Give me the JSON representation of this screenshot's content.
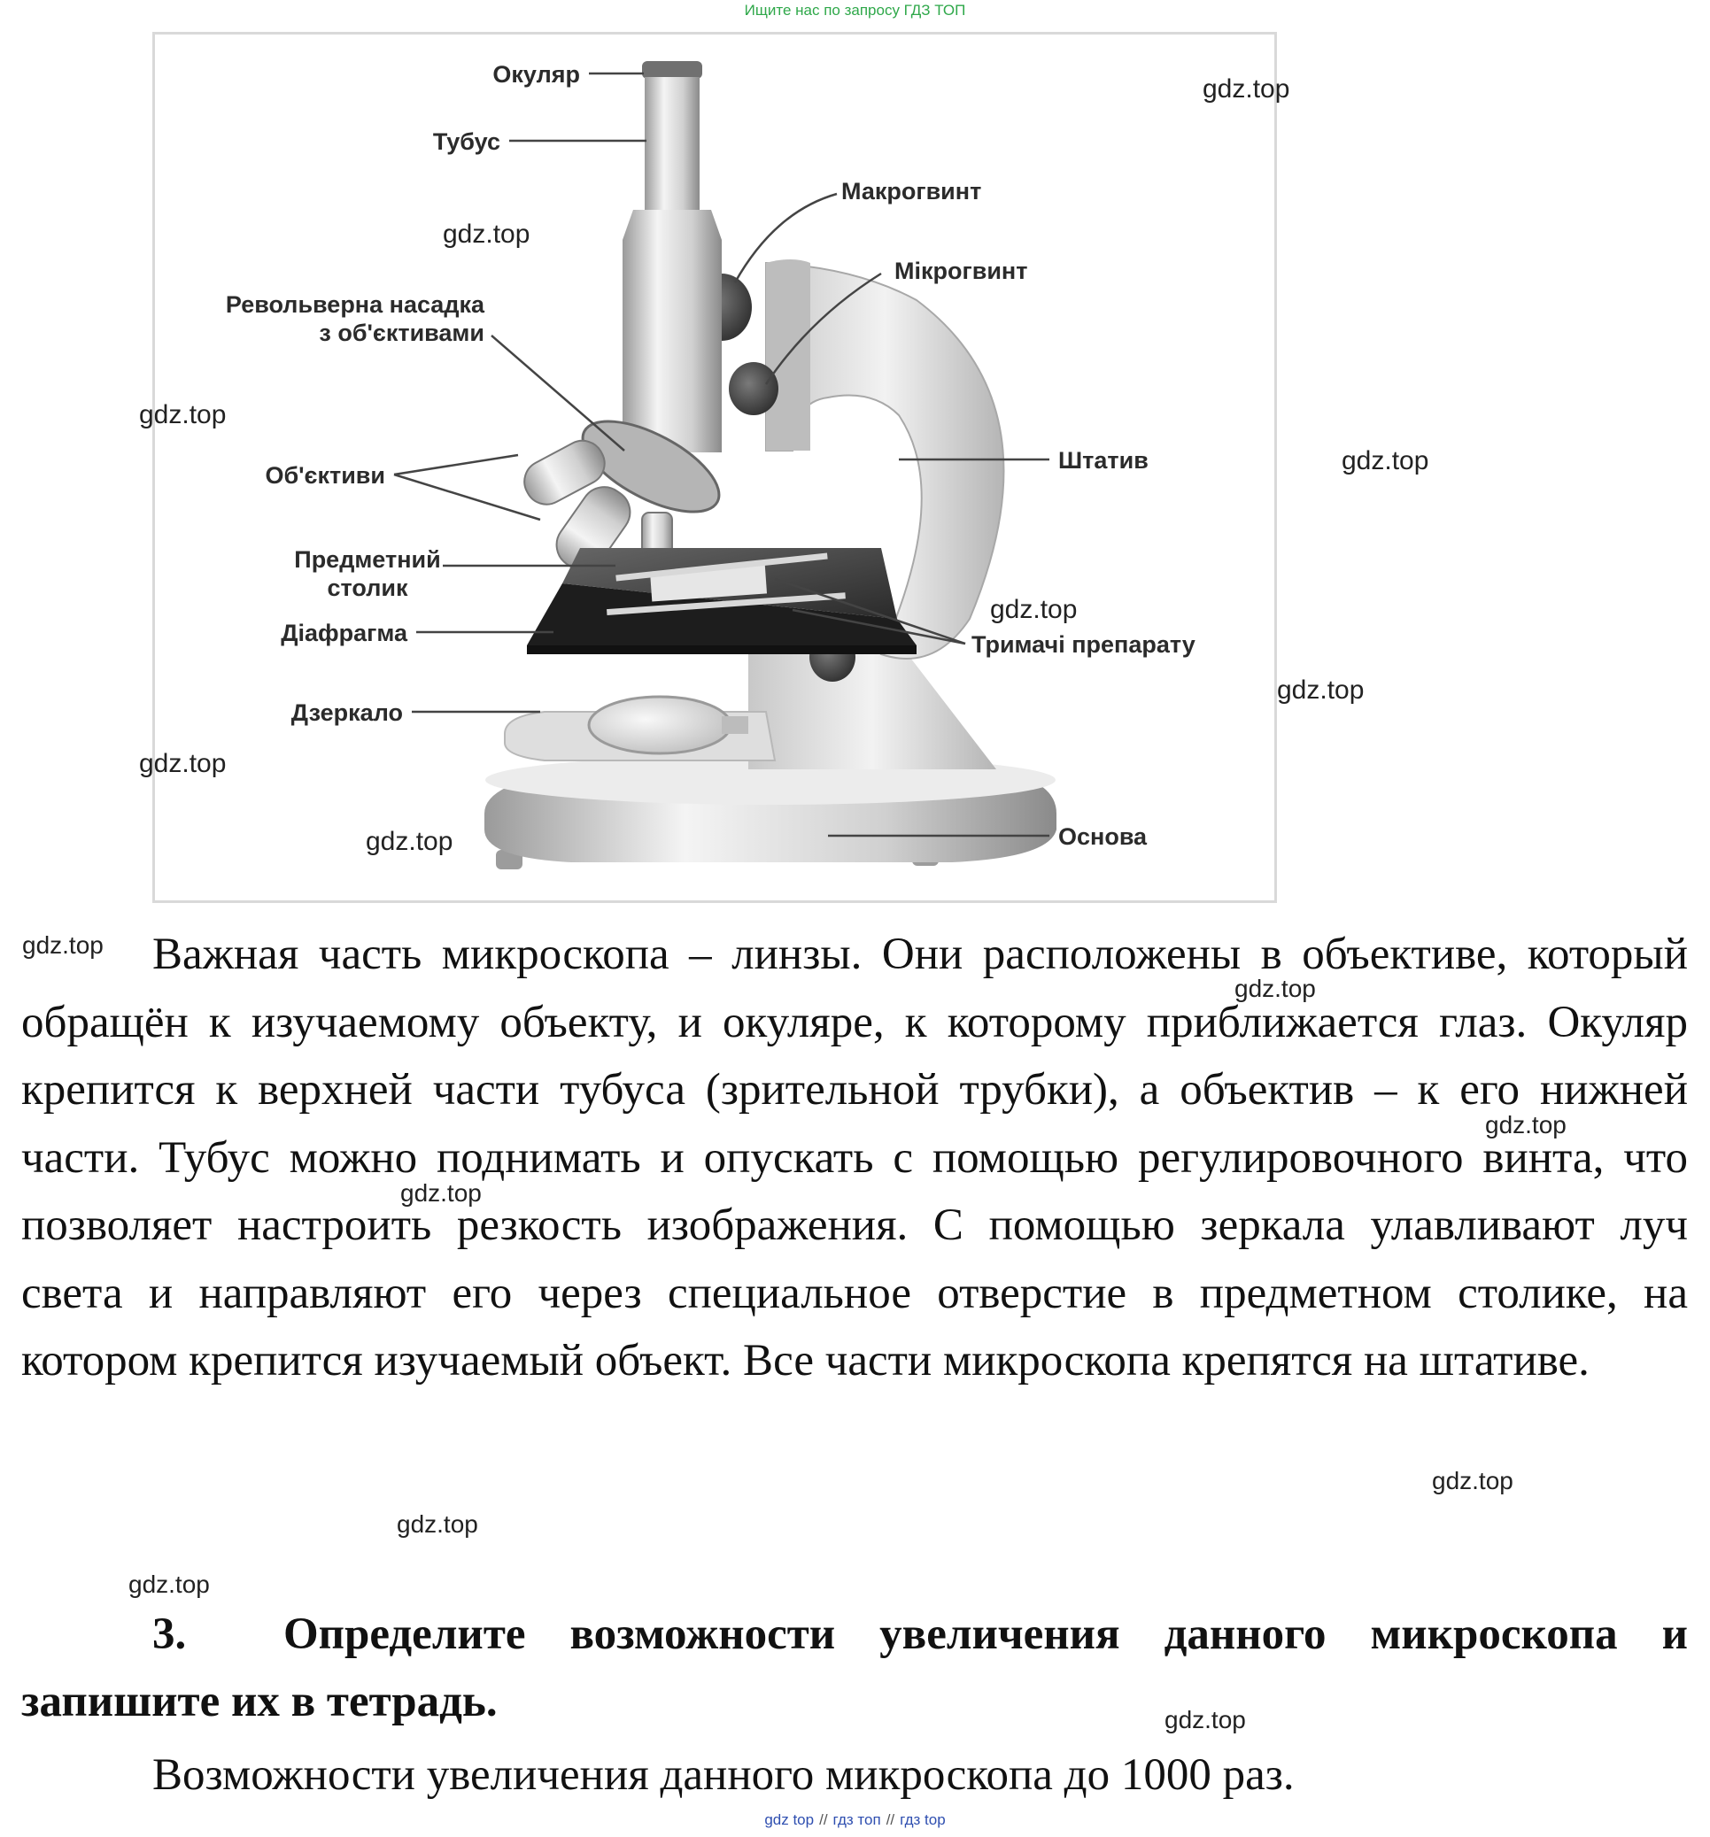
{
  "banner": "Ищите нас по запросу ГДЗ ТОП",
  "figure": {
    "labels": {
      "eyepiece": "Окуляр",
      "tube": "Тубус",
      "macro_screw": "Макрогвинт",
      "micro_screw": "Мікрогвинт",
      "revolver_line1": "Револьверна насадка",
      "revolver_line2": "з об'єктивами",
      "objectives": "Об'єктиви",
      "stand": "Штатив",
      "stage_line1": "Предметний",
      "stage_line2": "столик",
      "diaphragm": "Діафрагма",
      "clips": "Тримачі препарату",
      "mirror": "Дзеркало",
      "base": "Основа"
    }
  },
  "watermark": "gdz.top",
  "text": {
    "paragraph": "Важная часть микроскопа – линзы. Они расположены в объективе, который обращён к изучаемому объекту, и окуляре, к которому приближается глаз. Окуляр крепится к верхней части тубуса (зрительной трубки), а объектив – к его нижней части. Тубус можно поднимать и опускать с помощью регулировочного винта, что позволяет настроить резкость изображения. С помощью зеркала улавливают луч света и направляют его через специальное отверстие в предметном столике, на котором крепится изучаемый объект. Все части микроскопа крепятся на штативе.",
    "task_number": "3.",
    "task_text": "Определите возможности увеличения данного микроскопа и запишите их в тетрадь.",
    "answer": "Возможности увеличения данного микроскопа до 1000 раз."
  },
  "footer": {
    "items": [
      "gdz top",
      "гдз топ",
      "гдз top"
    ],
    "separator": "//"
  }
}
